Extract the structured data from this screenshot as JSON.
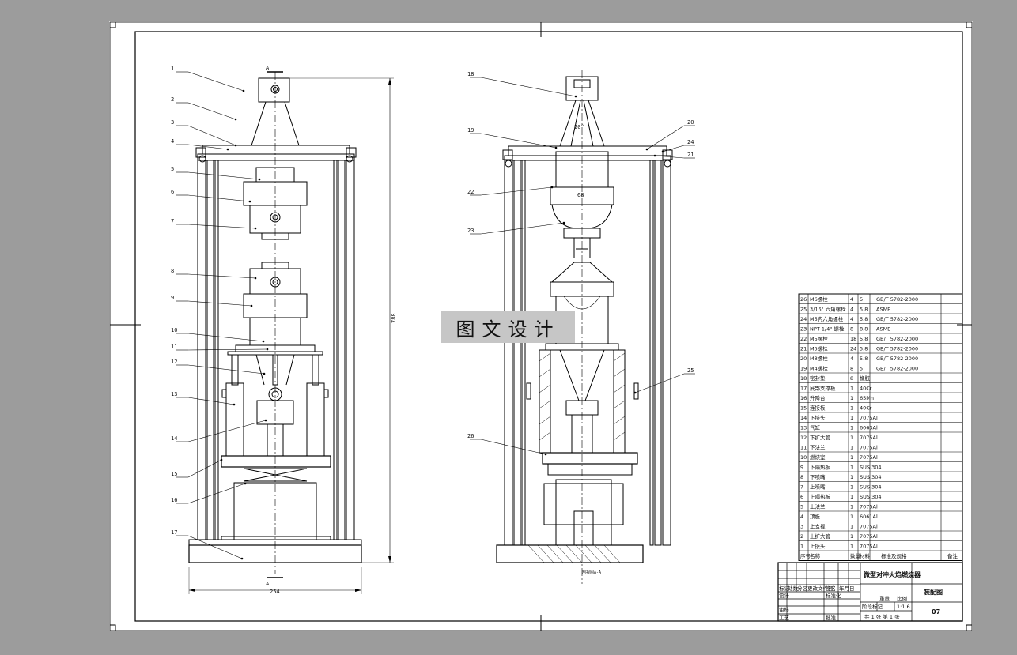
{
  "drawing": {
    "front_view_callouts": [
      "1",
      "2",
      "3",
      "4",
      "5",
      "6",
      "7",
      "8",
      "9",
      "10",
      "11",
      "12",
      "13",
      "14",
      "15",
      "16",
      "17"
    ],
    "side_view_callouts": [
      "18",
      "19",
      "20",
      "21",
      "22",
      "23",
      "24",
      "25",
      "26"
    ],
    "dim_height": "788",
    "dim_width": "254",
    "section_mark": "A",
    "angle_note": "20°",
    "bore_note": "68",
    "section_label": "剖视图A-A"
  },
  "watermark": "图文设计",
  "bom": {
    "rows": [
      [
        "26",
        "M6螺栓",
        "4",
        "5",
        "GB/T 5782-2000"
      ],
      [
        "25",
        "3/16\" 六角螺栓",
        "4",
        "5.8",
        "ASME"
      ],
      [
        "24",
        "M5内六角螺栓",
        "4",
        "5.8",
        "GB/T 5782-2000"
      ],
      [
        "23",
        "NPT 1/4\" 螺栓",
        "8",
        "8.8",
        "ASME"
      ],
      [
        "22",
        "M5螺栓",
        "18",
        "5.8",
        "GB/T 5782-2000"
      ],
      [
        "21",
        "M5螺栓",
        "24",
        "5.8",
        "GB/T 5782-2000"
      ],
      [
        "20",
        "M8螺栓",
        "4",
        "5.8",
        "GB/T 5782-2000"
      ],
      [
        "19",
        "M4螺栓",
        "8",
        "5",
        "GB/T 5782-2000"
      ],
      [
        "18",
        "密封垫",
        "8",
        "橡胶",
        ""
      ],
      [
        "17",
        "底部支撑板",
        "1",
        "40Cr",
        ""
      ],
      [
        "16",
        "升降台",
        "1",
        "65Mn",
        ""
      ],
      [
        "15",
        "连接板",
        "1",
        "40Cr",
        ""
      ],
      [
        "14",
        "下接头",
        "1",
        "7075Al",
        ""
      ],
      [
        "13",
        "气缸",
        "1",
        "6063Al",
        ""
      ],
      [
        "12",
        "下扩大管",
        "1",
        "7075Al",
        ""
      ],
      [
        "11",
        "下法兰",
        "1",
        "7075Al",
        ""
      ],
      [
        "10",
        "燃烧室",
        "1",
        "7075Al",
        ""
      ],
      [
        "9",
        "下隔热板",
        "1",
        "SUS 304",
        ""
      ],
      [
        "8",
        "下喷嘴",
        "1",
        "SUS 304",
        ""
      ],
      [
        "7",
        "上喷嘴",
        "1",
        "SUS 304",
        ""
      ],
      [
        "6",
        "上隔热板",
        "1",
        "SUS 304",
        ""
      ],
      [
        "5",
        "上法兰",
        "1",
        "7075Al",
        ""
      ],
      [
        "4",
        "顶板",
        "1",
        "6061Al",
        ""
      ],
      [
        "3",
        "上支撑",
        "1",
        "7075Al",
        ""
      ],
      [
        "2",
        "上扩大管",
        "1",
        "7075Al",
        ""
      ],
      [
        "1",
        "上接头",
        "1",
        "7075Al",
        ""
      ]
    ],
    "header": [
      "序号",
      "名称",
      "数量",
      "材料",
      "标准及规格",
      "备注"
    ]
  },
  "title_block": {
    "drawing_title": "微型对冲火焰燃烧器",
    "drawing_type": "装配图",
    "drawing_no": "07",
    "scale": "1:1.6",
    "sheet_info": "共 1 张 第 1 张",
    "rev_headers": [
      "标记",
      "处数",
      "分区",
      "更改文件号",
      "签名",
      "年月日"
    ],
    "roles": [
      "设计",
      "审核",
      "工艺",
      "批准",
      "标准化"
    ],
    "stage_headers": [
      "阶段标记",
      "重量",
      "比例"
    ]
  }
}
